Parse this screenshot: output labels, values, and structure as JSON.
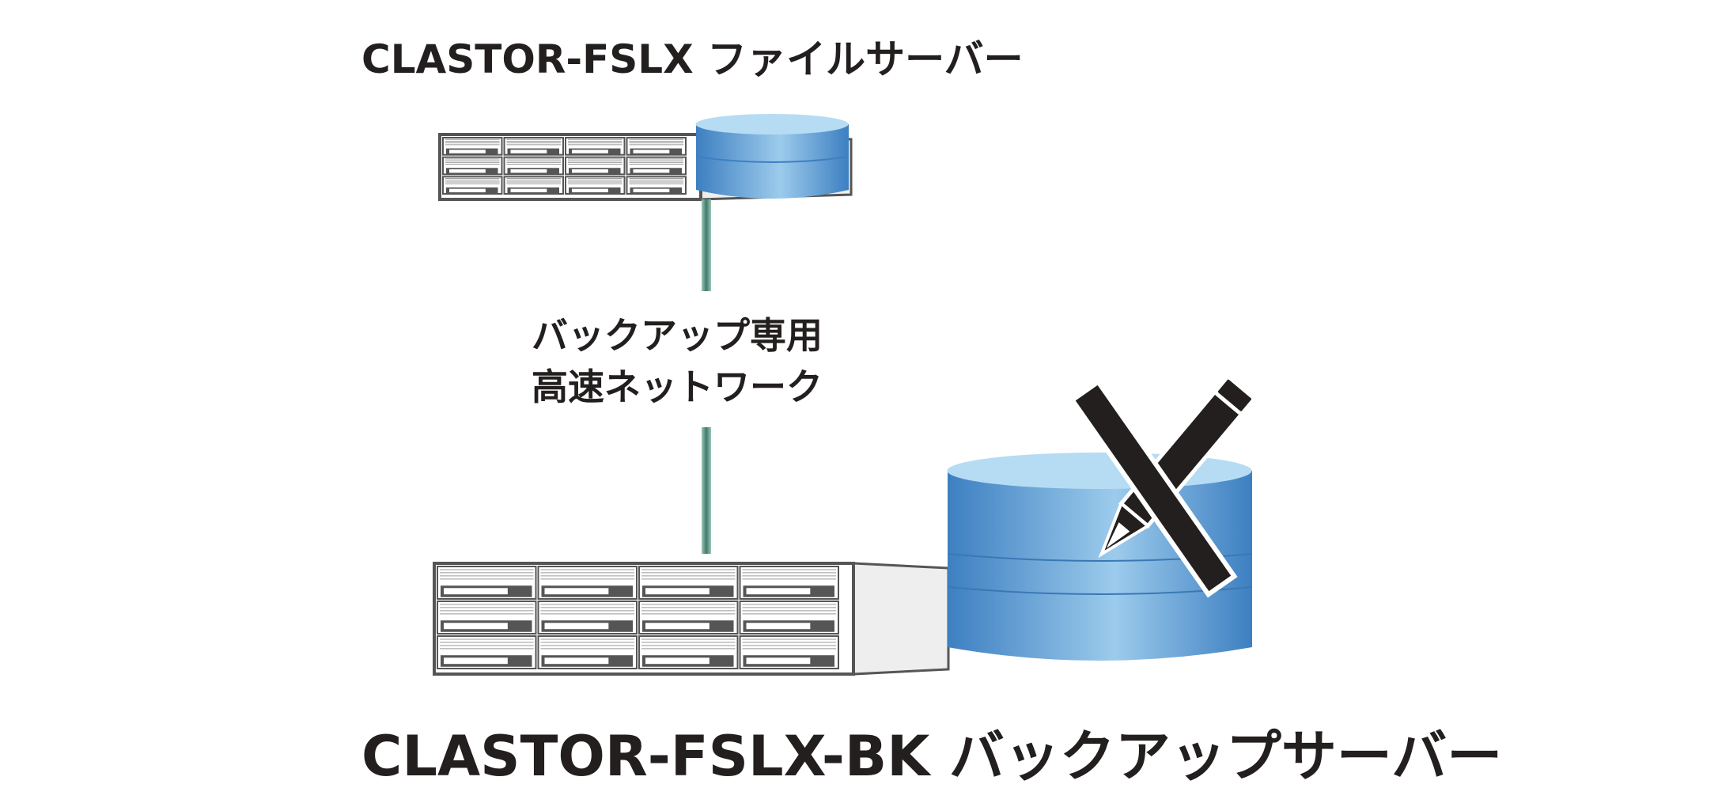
{
  "file_server": {
    "title": "CLASTOR-FSLX ファイルサーバー"
  },
  "network": {
    "line1": "バックアップ専用",
    "line2": "高速ネットワーク"
  },
  "backup_server": {
    "title": "CLASTOR-FSLX-BK バックアップサーバー"
  },
  "icons": {
    "write_disabled": "pencil-crossed-icon",
    "storage": "database-cylinder-icon",
    "server": "rack-server-icon"
  },
  "colors": {
    "text": "#231f1f",
    "cylinder_dark": "#3d7fc1",
    "cylinder_light": "#9ccbec",
    "cylinder_top": "#b5dcf3",
    "link": "#3f7a6a"
  }
}
